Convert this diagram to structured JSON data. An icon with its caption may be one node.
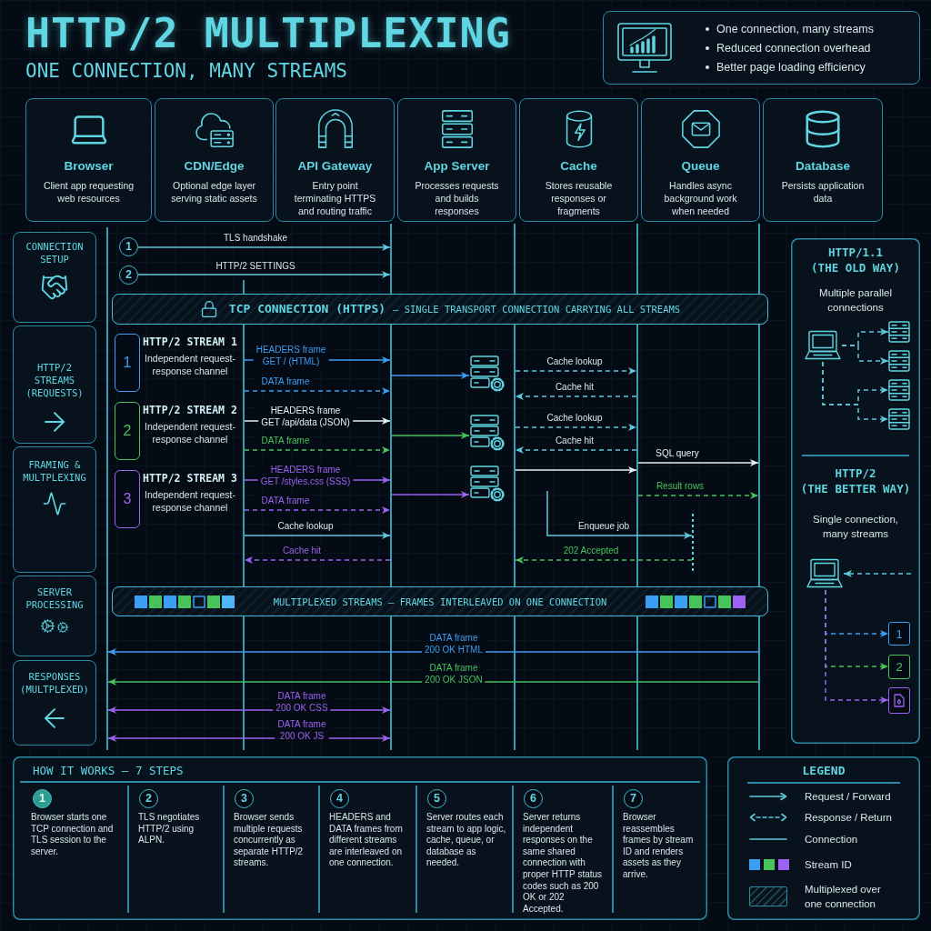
{
  "diagram": {
    "title": "HTTP/2 MULTIPLEXING",
    "nodes": [
      {
        "text": [
          "One connection, many streams",
          "Reduced connection overhead",
          "Better page loading efficiency"
        ]
      },
      {
        "text": [
          "Browser",
          "Client app requesting web resources"
        ]
      },
      {
        "text": [
          "CDN/Edge",
          "Optional edge layer serving static assets"
        ]
      },
      {
        "text": [
          "API Gateway",
          "Entry point terminating HTTPS and routing traffic"
        ]
      },
      {
        "text": [
          "App Server",
          "Processes requests and builds responses"
        ]
      },
      {
        "text": [
          "Cache",
          "Stores reusable responses or fragments"
        ]
      },
      {
        "text": [
          "Queue",
          "Handles async background work when needed"
        ]
      },
      {
        "text": [
          "Database",
          "Persists application data"
        ]
      },
      {
        "text": [
          "CONNECTION SETUP"
        ]
      },
      {
        "text": [
          "HTTP/2 STREAMS (REQUESTS)"
        ]
      },
      {
        "text": [
          "FRAMING & MULTPLEXING"
        ]
      },
      {
        "text": [
          "SERVER PROCESSING"
        ]
      },
      {
        "text": [
          "RESPONSES (MULTPLEXED)"
        ]
      },
      {
        "text": [],
        "shape": "line"
      },
      {
        "text": [],
        "shape": "line"
      },
      {
        "text": [],
        "shape": "line"
      },
      {
        "text": [],
        "shape": "line"
      },
      {
        "text": [],
        "shape": "line"
      },
      {
        "text": [],
        "shape": "line"
      },
      {
        "text": [
          "1"
        ]
      },
      {
        "text": [
          "2"
        ]
      },
      {
        "text": [
          "TCP CONNECTION (HTTPS)",
          "– SINGLE TRANSPORT CONNECTION CARRYING ALL STREAMS"
        ]
      },
      {
        "text": [
          "1"
        ],
        "beside": [
          "HTTP/2 STREAM 1",
          "Independent request-response channel"
        ]
      },
      {
        "text": [],
        "shape": "picture"
      },
      {
        "text": [
          "2"
        ],
        "beside": [
          "HTTP/2 STREAM 2",
          "Independent request-response channel"
        ]
      },
      {
        "text": [],
        "shape": "picture"
      },
      {
        "text": [
          "3"
        ],
        "beside": [
          "HTTP/2 STREAM 3",
          "Independent request-response channel"
        ]
      },
      {
        "text": [],
        "shape": "picture"
      },
      {
        "text": [],
        "shape": "line"
      },
      {
        "text": [
          "MULTIPLEXED STREAMS – FRAMES INTERLEAVED ON ONE CONNECTION"
        ]
      },
      {
        "text": [
          "HTTP/1.1",
          "(THE OLD WAY)",
          "Multiple parallel connections",
          "HTTP/2",
          "(THE BETTER WAY)",
          "Single connection, many streams"
        ]
      },
      {
        "text": [],
        "shape": "picture",
        "in": 30
      },
      {
        "text": [],
        "shape": "picture",
        "in": 30
      },
      {
        "text": [],
        "shape": "picture",
        "in": 30
      },
      {
        "text": [],
        "shape": "picture",
        "in": 30
      },
      {
        "text": [],
        "shape": "picture",
        "in": 30
      },
      {
        "text": [],
        "shape": "picture",
        "in": 30
      },
      {
        "text": [
          "1"
        ],
        "in": 30
      },
      {
        "text": [
          "2"
        ],
        "in": 30
      },
      {
        "text": [],
        "shape": "box",
        "in": 30
      },
      {
        "text": [
          "HOW IT WORKS – 7 STEPS"
        ]
      },
      {
        "text": [
          "1"
        ],
        "in": 40,
        "beside": [
          "Browser starts one TCP connection and TLS session to the server."
        ]
      },
      {
        "text": [
          "2"
        ],
        "in": 40,
        "beside": [
          "TLS negotiates HTTP/2 using ALPN."
        ]
      },
      {
        "text": [
          "3"
        ],
        "in": 40,
        "beside": [
          "Browser sends multiple requests concurrently as separate HTTP/2 streams."
        ]
      },
      {
        "text": [
          "4"
        ],
        "in": 40,
        "beside": [
          "HEADERS and DATA frames from different streams are interleaved on one connection."
        ]
      },
      {
        "text": [
          "5"
        ],
        "in": 40,
        "beside": [
          "Server routes each stream to app logic, cache, queue, or database as needed."
        ]
      },
      {
        "text": [
          "6"
        ],
        "in": 40,
        "beside": [
          "Server returns independent responses on the same shared connection with proper HTTP status codes such as 200 OK or 202 Accepted."
        ]
      },
      {
        "text": [
          "7"
        ],
        "in": 40,
        "beside": [
          "Browser reassembles frames by stream ID and renders assets as they arrive."
        ]
      }
    ],
    "edges": [
      {
        "from": 19,
        "to": 15,
        "arrow": "to",
        "label": "TLS handshake"
      },
      {
        "from": 20,
        "to": 15,
        "arrow": "to",
        "label": "HTTP/2 SETTINGS"
      },
      {
        "from": 14,
        "to": 15,
        "arrow": "to",
        "label": "HEADERS frame GET / (HTML)",
        "color": "#3b9ef2"
      },
      {
        "from": 14,
        "to": 15,
        "arrow": "to",
        "label": "DATA frame",
        "style": "dashed",
        "color": "#3b9ef2"
      },
      {
        "from": 15,
        "to": 23,
        "arrow": "to",
        "color": "#3b9ef2"
      },
      {
        "from": 16,
        "to": 17,
        "arrow": "to",
        "label": "Cache lookup",
        "style": "dashed"
      },
      {
        "from": 17,
        "to": 16,
        "arrow": "to",
        "label": "Cache hit",
        "style": "dashed"
      },
      {
        "from": 14,
        "to": 15,
        "arrow": "to",
        "label": "HEADERS frame GET /api/data (JSON)",
        "color": "#dff4f6"
      },
      {
        "from": 14,
        "to": 15,
        "arrow": "to",
        "label": "DATA frame",
        "style": "dashed",
        "color": "#47c35c"
      },
      {
        "from": 15,
        "to": 25,
        "arrow": "to",
        "color": "#47c35c"
      },
      {
        "from": 16,
        "to": 17,
        "arrow": "to",
        "label": "Cache lookup",
        "style": "dashed"
      },
      {
        "from": 17,
        "to": 16,
        "arrow": "to",
        "label": "Cache hit",
        "style": "dashed"
      },
      {
        "from": 17,
        "to": 18,
        "arrow": "to",
        "label": "SQL query",
        "color": "#dff4f6"
      },
      {
        "from": 14,
        "to": 15,
        "arrow": "to",
        "label": "HEADERS frame GET /styles.css (SSS)",
        "color": "#9b63f0"
      },
      {
        "from": 15,
        "to": 27,
        "arrow": "to",
        "color": "#9b63f0"
      },
      {
        "from": 16,
        "to": 17,
        "arrow": "to",
        "color": "#dff4f6"
      },
      {
        "from": 17,
        "to": 18,
        "arrow": "to",
        "label": "Result rows",
        "style": "dashed",
        "color": "#47c35c"
      },
      {
        "from": 14,
        "to": 15,
        "arrow": "to",
        "label": "DATA frame",
        "style": "dashed",
        "color": "#9b63f0"
      },
      {
        "from": 14,
        "to": 15,
        "arrow": "to",
        "label": "Cache lookup"
      },
      {
        "from": 15,
        "to": 14,
        "arrow": "to",
        "label": "Cache hit",
        "style": "dashed",
        "color": "#9b63f0"
      },
      {
        "from": null,
        "to": 28,
        "arrow": "to",
        "label": "Enqueue job"
      },
      {
        "from": 28,
        "to": 16,
        "arrow": "to",
        "label": "202 Accepted",
        "style": "dashed",
        "color": "#47c35c"
      },
      {
        "from": 18,
        "to": 13,
        "arrow": "to",
        "label": "DATA frame 200 OK HTML",
        "color": "#3b9ef2"
      },
      {
        "from": 18,
        "to": 13,
        "arrow": "to",
        "label": "DATA frame 200 OK JSON",
        "color": "#47c35c"
      },
      {
        "from": 13,
        "to": 15,
        "arrow": "both",
        "label": "DATA frame 200 OK CSS",
        "color": "#9b63f0"
      },
      {
        "from": 13,
        "to": 15,
        "arrow": "both",
        "label": "DATA frame 200 OK JS",
        "color": "#9b63f0"
      },
      {
        "from": 31,
        "to": 32,
        "arrow": "to",
        "style": "dashed"
      },
      {
        "from": 31,
        "to": 33,
        "arrow": "to",
        "style": "dashed"
      },
      {
        "from": 31,
        "to": 34,
        "arrow": "to",
        "style": "dashed"
      },
      {
        "from": 31,
        "to": 35,
        "arrow": "to",
        "style": "dashed"
      },
      {
        "from": 36,
        "to": 37,
        "arrow": "to",
        "style": "dashed",
        "color": "#3b9ef2"
      },
      {
        "from": 36,
        "to": 38,
        "arrow": "to",
        "style": "dashed",
        "color": "#47c35c"
      },
      {
        "from": 36,
        "to": 39,
        "arrow": "to",
        "style": "dashed",
        "color": "#9b63f0"
      },
      {
        "from": null,
        "to": 36,
        "arrow": "to",
        "style": "dashed"
      }
    ],
    "labels": [
      "ONE CONNECTION, MANY STREAMS",
      "LEGEND"
    ],
    "legend": [
      {
        "text": "Request / Forward"
      },
      {
        "text": "Response / Return"
      },
      {
        "text": "Connection"
      },
      {
        "text": "Stream ID"
      },
      {
        "text": "Multiplexed over one connection"
      }
    ]
  }
}
